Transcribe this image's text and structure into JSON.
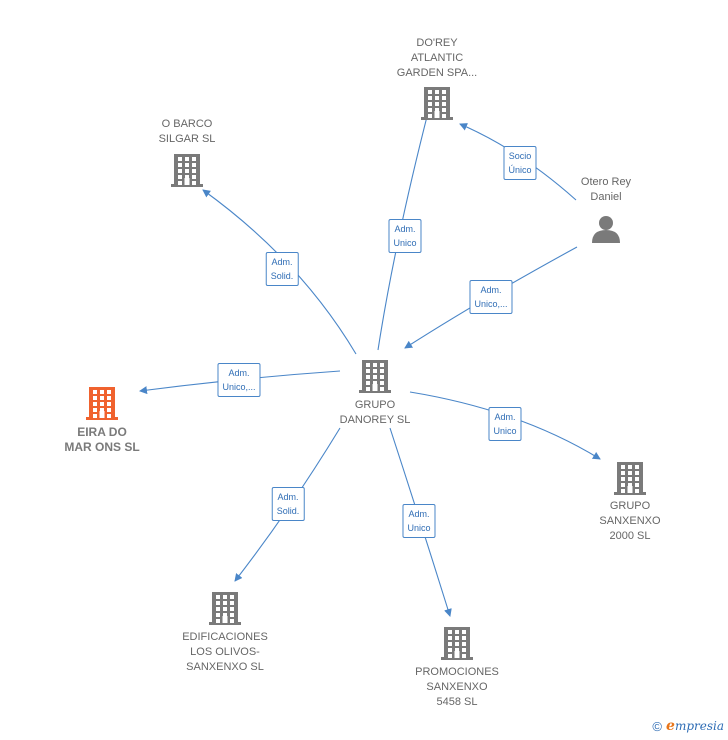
{
  "colors": {
    "node": "#7a7a7a",
    "focus_node": "#f0622e",
    "edge": "#4a86c8",
    "label_text": "#2f6db5"
  },
  "nodes": [
    {
      "id": "grupo-danorey",
      "label": "GRUPO\nDANOREY SL",
      "icon": "building-icon",
      "focus": false
    },
    {
      "id": "dorey",
      "label": "DO'REY\nATLANTIC\nGARDEN SPA...",
      "icon": "building-icon",
      "focus": false
    },
    {
      "id": "o-barco",
      "label": "O BARCO\nSILGAR SL",
      "icon": "building-icon",
      "focus": false
    },
    {
      "id": "otero",
      "label": "Otero Rey\nDaniel",
      "icon": "person-icon",
      "focus": false
    },
    {
      "id": "eira",
      "label": "EIRA DO\nMAR ONS SL",
      "icon": "building-icon",
      "focus": true
    },
    {
      "id": "grupo-sanxenxo",
      "label": "GRUPO\nSANXENXO\n2000 SL",
      "icon": "building-icon",
      "focus": false
    },
    {
      "id": "edificaciones",
      "label": "EDIFICACIONES\nLOS OLIVOS-\nSANXENXO SL",
      "icon": "building-icon",
      "focus": false
    },
    {
      "id": "promociones",
      "label": "PROMOCIONES\nSANXENXO\n5458 SL",
      "icon": "building-icon",
      "focus": false
    }
  ],
  "edges": [
    {
      "id": "e1",
      "label": "Adm.\nUnico"
    },
    {
      "id": "e2",
      "label": "Adm.\nSolid."
    },
    {
      "id": "e3",
      "label": "Socio\nÚnico"
    },
    {
      "id": "e4",
      "label": "Adm.\nUnico,..."
    },
    {
      "id": "e5",
      "label": "Adm.\nUnico,..."
    },
    {
      "id": "e6",
      "label": "Adm.\nUnico"
    },
    {
      "id": "e7",
      "label": "Adm.\nSolid."
    },
    {
      "id": "e8",
      "label": "Adm.\nUnico"
    }
  ],
  "footer": {
    "copyright": "©",
    "brand_initial": "e",
    "brand_rest": "mpresia"
  }
}
